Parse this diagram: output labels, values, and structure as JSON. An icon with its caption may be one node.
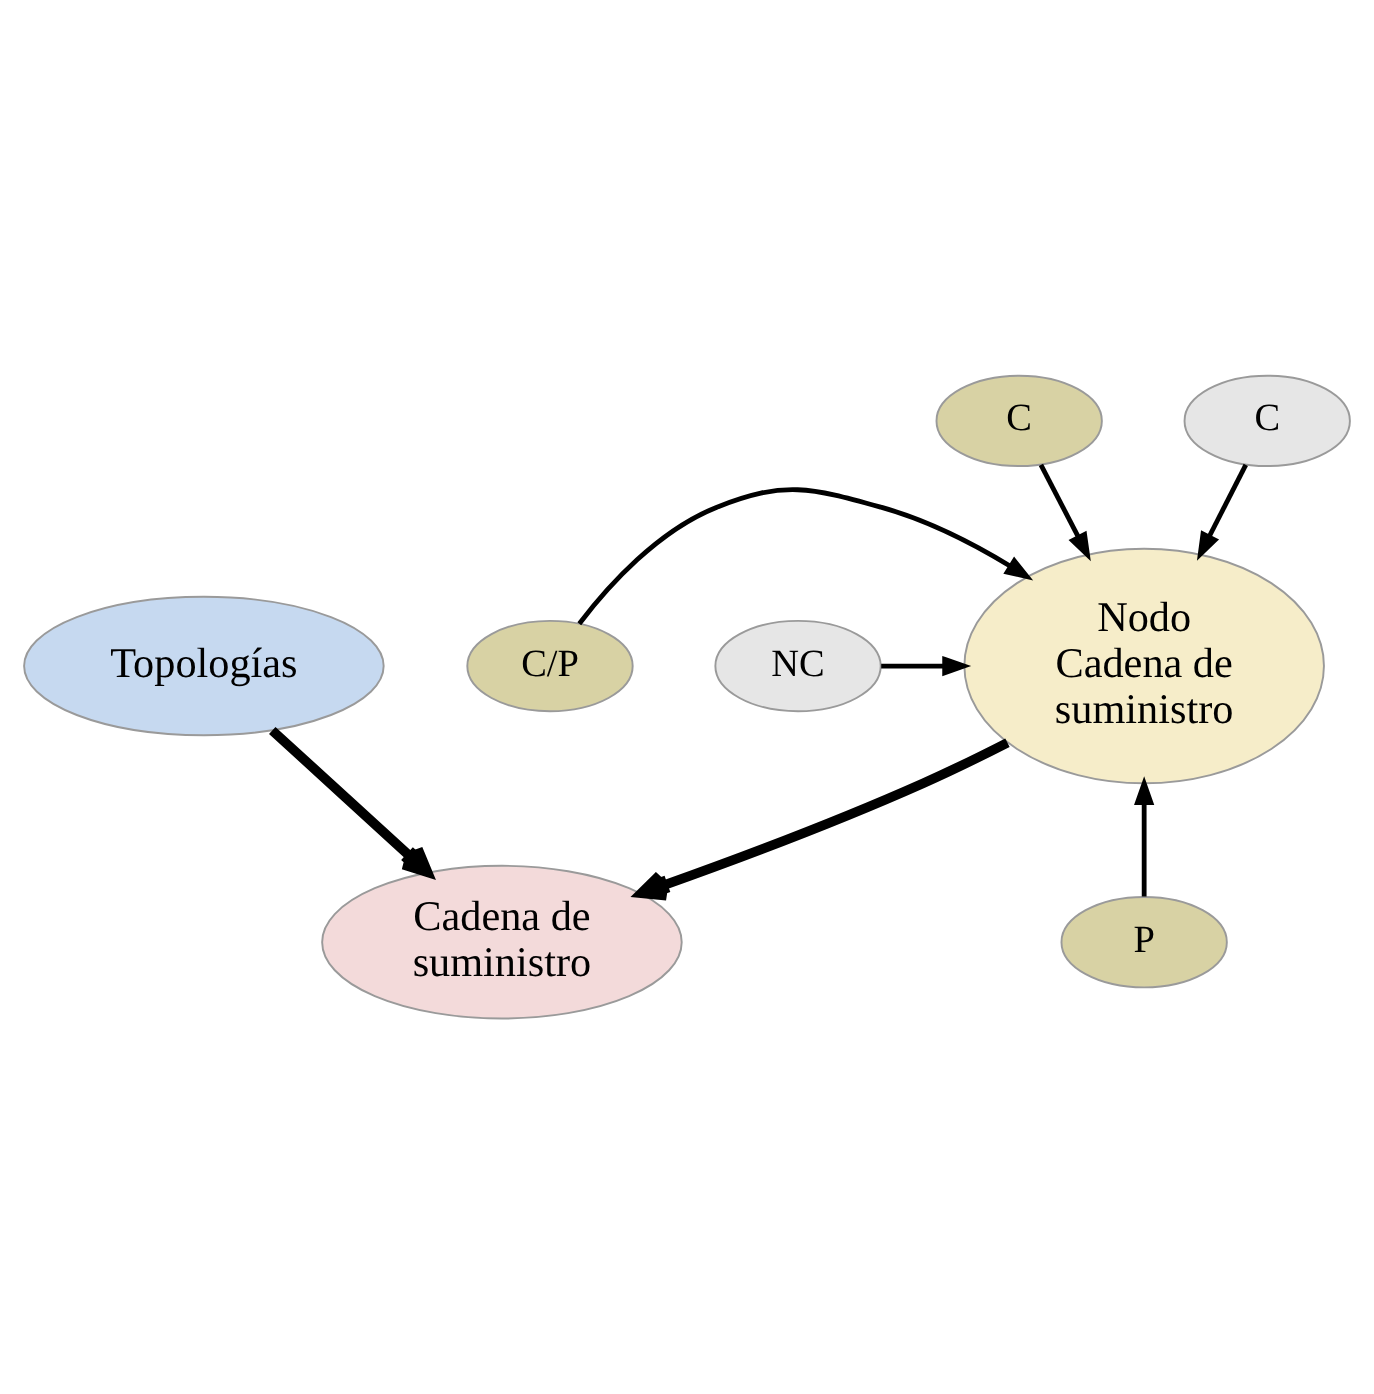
{
  "diagram": {
    "nodes": [
      {
        "text": [
          "C"
        ]
      },
      {
        "text": [
          "C"
        ]
      },
      {
        "text": [
          "Nodo Cadena de suministro"
        ]
      },
      {
        "text": [
          "C/P"
        ]
      },
      {
        "text": [
          "NC"
        ]
      },
      {
        "text": [
          "P"
        ]
      },
      {
        "text": [
          "Cadena de suministro"
        ]
      },
      {
        "text": [
          "Topologías"
        ]
      }
    ],
    "edges": [
      {
        "from": 1,
        "to": 2,
        "arrow": "to"
      },
      {
        "from": 0,
        "to": 2,
        "arrow": "to"
      },
      {
        "from": 3,
        "to": 2,
        "arrow": "to"
      },
      {
        "from": 4,
        "to": 2,
        "arrow": "to"
      },
      {
        "from": 5,
        "to": 2,
        "arrow": "to"
      },
      {
        "from": 2,
        "to": 6,
        "arrow": "to",
        "style": "thick"
      },
      {
        "from": 7,
        "to": 6,
        "arrow": "to",
        "style": "thick"
      }
    ]
  }
}
